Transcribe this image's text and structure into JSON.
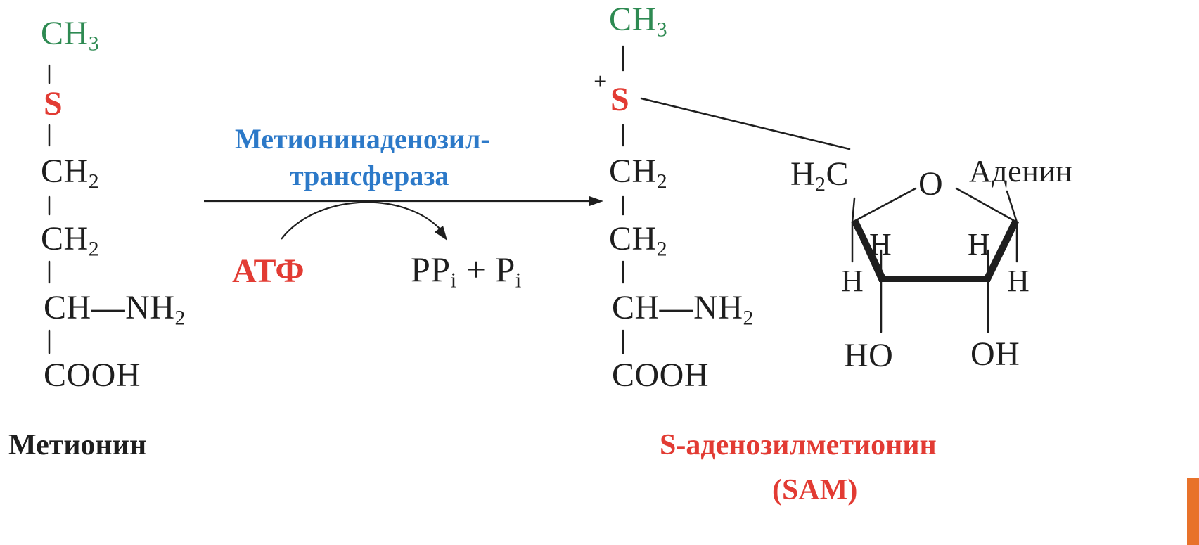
{
  "colors": {
    "methyl": "#2e8a52",
    "sulfur": "#e23b33",
    "enzyme": "#2c79c8",
    "atp": "#e23b33",
    "product": "#e23b33",
    "text": "#1e1e1e"
  },
  "methionine": {
    "ch3": "CH",
    "ch3_sub": "3",
    "s": "S",
    "ch2a": "CH",
    "ch2a_sub": "2",
    "ch2b": "CH",
    "ch2b_sub": "2",
    "chnh2": "CH—NH",
    "chnh2_sub": "2",
    "cooh": "COOH",
    "name": "Метионин"
  },
  "enzyme": {
    "line1": "Метионинаденозил-",
    "line2": "трансфераза"
  },
  "atp": "АТФ",
  "byproducts": {
    "pp": "PP",
    "pp_sub": "i",
    "plus": "+",
    "p": "P",
    "p_sub": "i"
  },
  "sam": {
    "ch3": "CH",
    "ch3_sub": "3",
    "plus": "+",
    "s": "S",
    "ch2a": "CH",
    "ch2a_sub": "2",
    "ch2b": "CH",
    "ch2b_sub": "2",
    "chnh2": "CH—NH",
    "chnh2_sub": "2",
    "cooh": "COOH",
    "name_line1": "S-аденозилметионин",
    "name_line2": "(SAM)"
  },
  "ribose": {
    "h2c": "C",
    "h2c_pre": "H",
    "h2c_sub": "2",
    "o": "O",
    "adenine": "Аденин",
    "h_upper_left": "H",
    "h_upper_right": "H",
    "h_lower_left": "H",
    "h_lower_right": "H",
    "ho": "HO",
    "oh": "OH"
  }
}
